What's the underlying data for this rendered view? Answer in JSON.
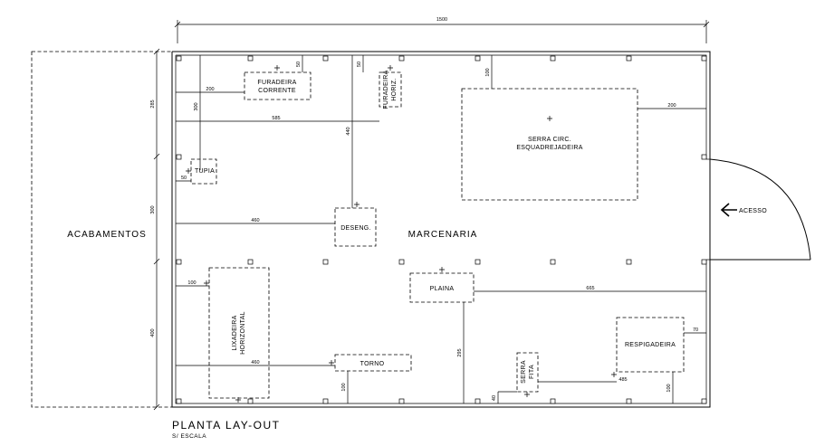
{
  "title": "PLANTA LAY-OUT",
  "subtitle": "S/ ESCALA",
  "areas": {
    "acabamentos": "ACABAMENTOS",
    "marcenaria": "MARCENARIA",
    "acesso": "ACESSO"
  },
  "machines": {
    "furadeira_corrente_1": "FURADEIRA",
    "furadeira_corrente_2": "CORRENTE",
    "furadeira_horiz_1": "FURADEIRA",
    "furadeira_horiz_2": "HORIZ.",
    "serra_circ_1": "SERRA CIRC.",
    "serra_circ_2": "ESQUADREJADEIRA",
    "tupia": "TUPIA",
    "deseng": "DESENG.",
    "plaina": "PLAINA",
    "lixadeira_1": "LIXADEIRA",
    "lixadeira_2": "HORIZONTAL",
    "torno": "TORNO",
    "serra_fita_1": "SERRA",
    "serra_fita_2": "FITA",
    "respigadeira": "RESPIGADEIRA"
  },
  "dimensions": {
    "overall_width": "1500",
    "left_top": "285",
    "left_mid": "300",
    "left_bottom": "400",
    "d200_furadeira": "200",
    "d50_furadeira": "50",
    "d300_tupia": "300",
    "d585": "585",
    "d50_tupia": "50",
    "d50_horiz": "50",
    "d440": "440",
    "d100_serra": "100",
    "d200_serra": "200",
    "d460_deseng": "460",
    "d100_lixadeira": "100",
    "d665": "665",
    "d460_torno": "460",
    "d295": "295",
    "d100_torno": "100",
    "d40": "40",
    "d485": "485",
    "d70": "70",
    "d100_resp": "100"
  }
}
